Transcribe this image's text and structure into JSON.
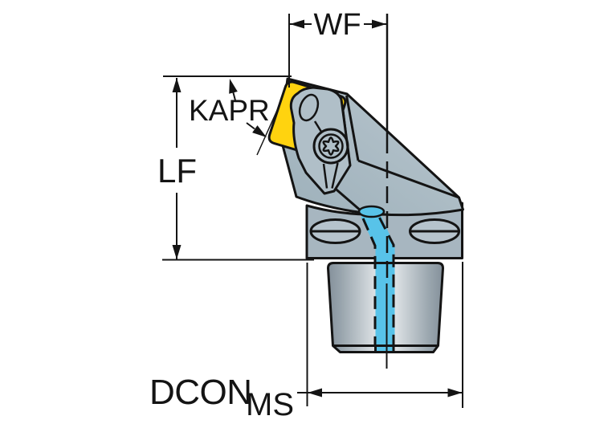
{
  "labels": {
    "wf": "WF",
    "kapr": "KAPR",
    "lf": "LF",
    "dcon": "DCON",
    "dcon_subscript": "MS"
  },
  "colors": {
    "line_black": "#141414",
    "insert_yellow": "#FFD30F",
    "body_gray": "#9DB0BA",
    "body_gray_light": "#BAC7CF",
    "clamp_gray": "#B0BFC8",
    "block_gray": "#A7B6C0",
    "screw_gray": "#B6C3CC",
    "shank_edge": "#84909A",
    "shank_mid": "#9AA6AE",
    "shank_light": "#F0F3F5",
    "coolant_blue": "#58C3E9"
  }
}
